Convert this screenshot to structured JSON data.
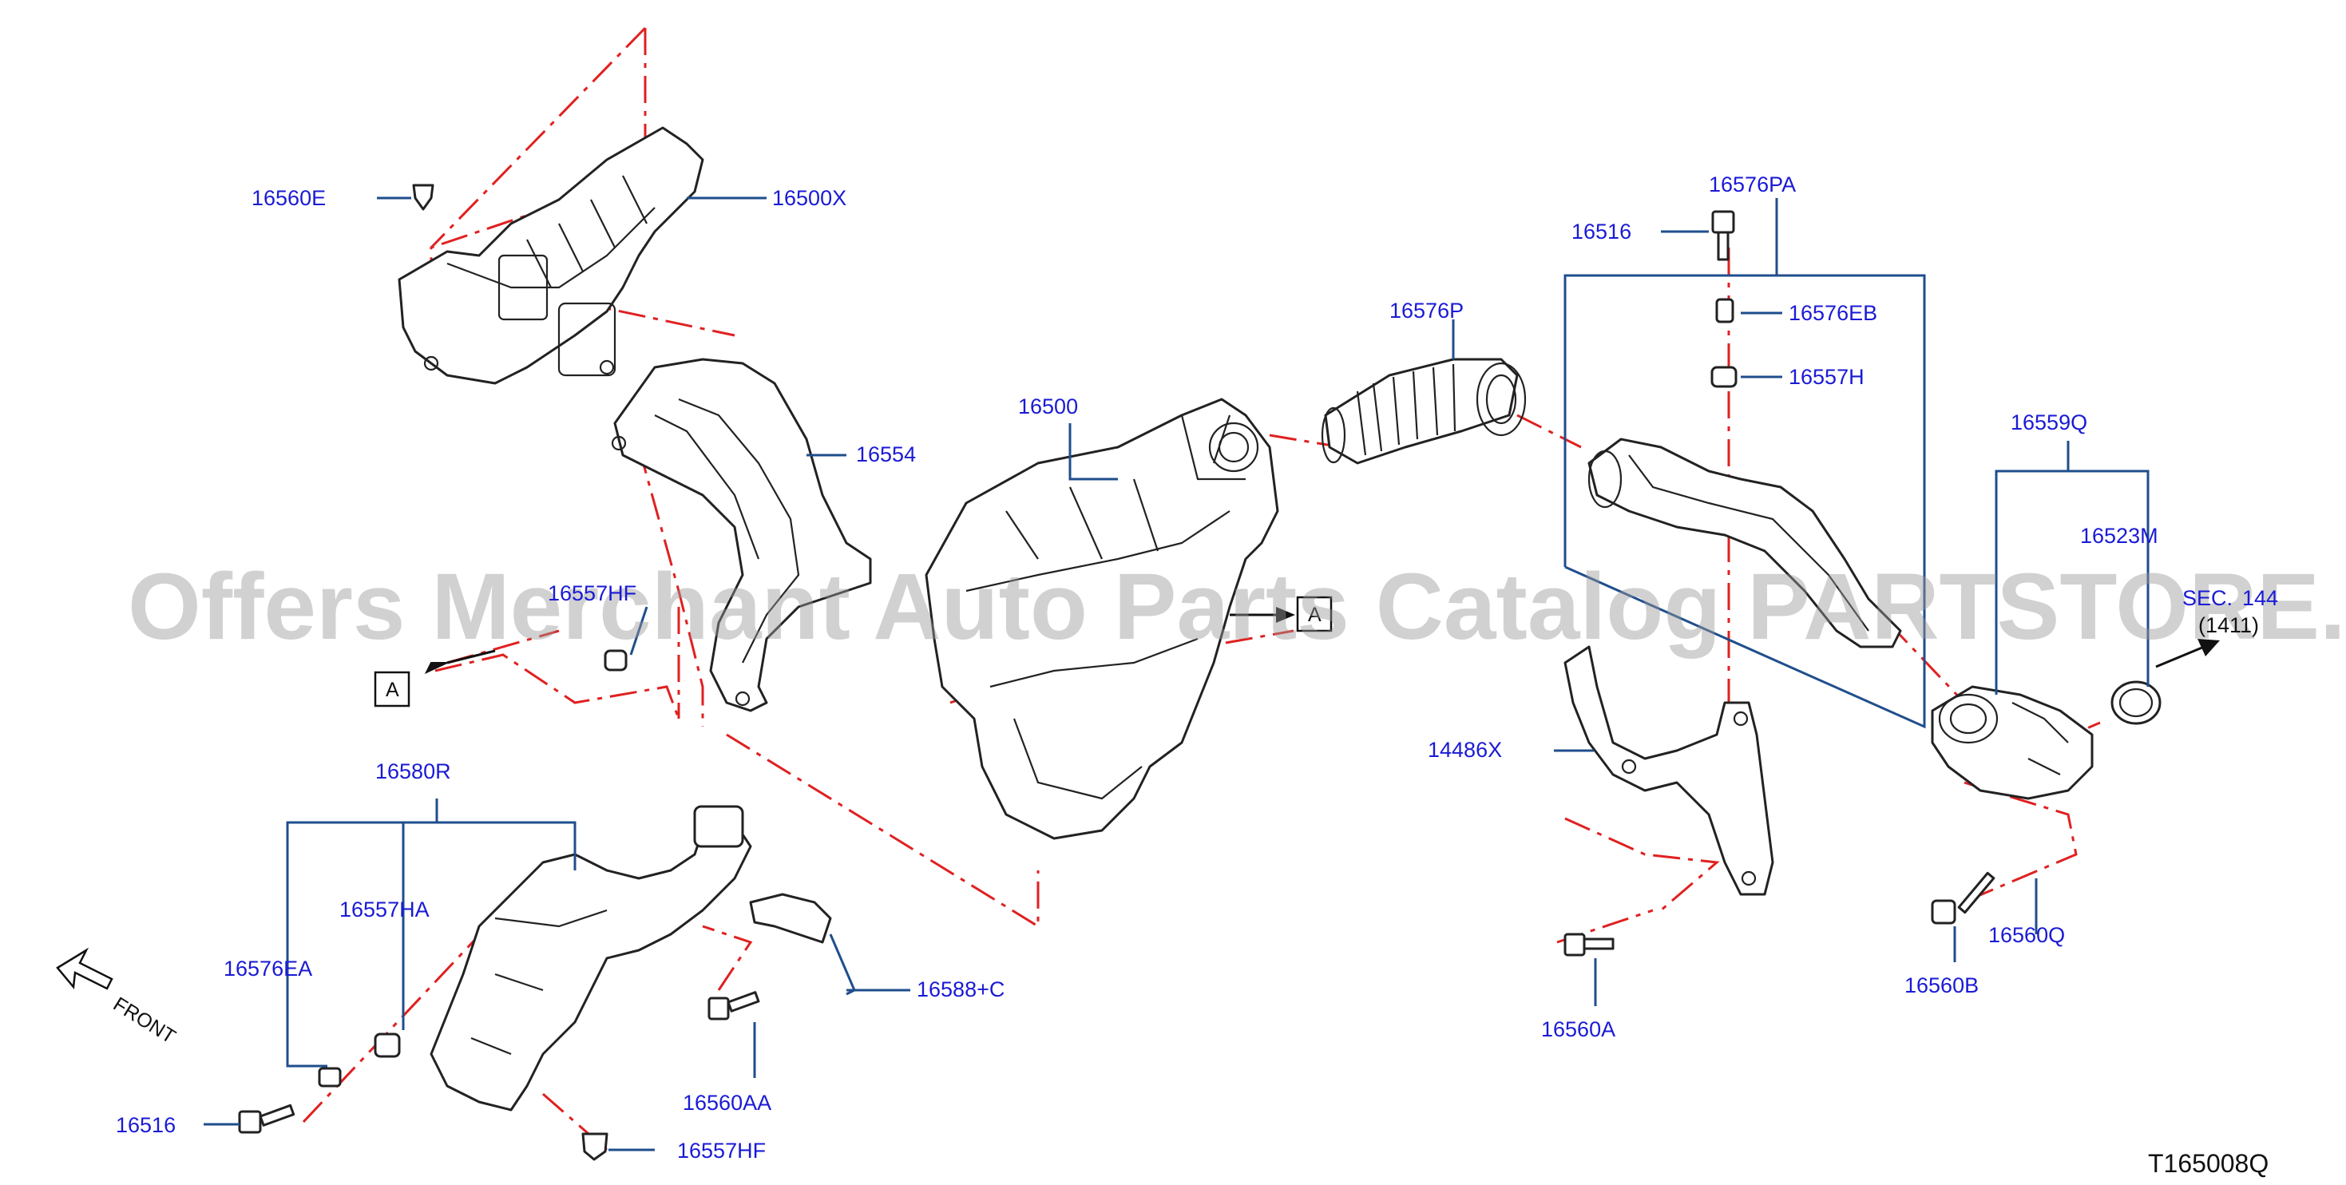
{
  "labels": {
    "p16560E": "16560E",
    "p16500X": "16500X",
    "p16554": "16554",
    "p16557HF_top": "16557HF",
    "p16500": "16500",
    "p16576P": "16576P",
    "p16576PA": "16576PA",
    "p16516_top": "16516",
    "p16576EB": "16576EB",
    "p16557H": "16557H",
    "p16559Q": "16559Q",
    "p16523M": "16523M",
    "p14486X": "14486X",
    "p16580R": "16580R",
    "p16557HA": "16557HA",
    "p16576EA": "16576EA",
    "p16588C": "16588+C",
    "p16560AA": "16560AA",
    "p16516_bottom": "16516",
    "p16557HF_bottom": "16557HF",
    "p16560A": "16560A",
    "p16560Q": "16560Q",
    "p16560B": "16560B",
    "sec_ref": "144",
    "sec_prefix": "SEC.",
    "sec_sub": "(1411)"
  },
  "refs": {
    "ref_a_left": "A",
    "ref_a_center": "A"
  },
  "front_label": "FRONT",
  "diagram_code": "T165008Q",
  "watermark": "Offers Merchant Auto Parts Catalog PARTSTORE.SA",
  "colors": {
    "label_blue": "#1a1ad6",
    "leader_blue": "#1f4e8c",
    "chain_red": "#e02020",
    "outline": "#222222"
  }
}
